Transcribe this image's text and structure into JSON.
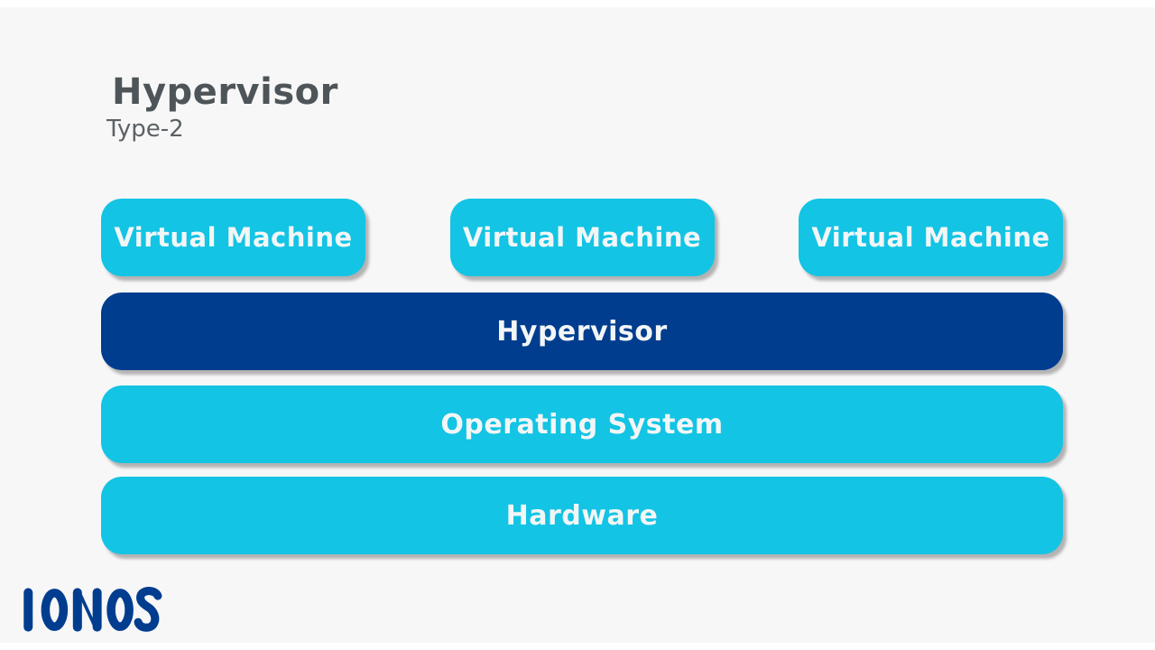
{
  "header": {
    "title": "Hypervisor",
    "subtitle": "Type-2"
  },
  "diagram": {
    "vm_row": [
      {
        "label": "Virtual Machine"
      },
      {
        "label": "Virtual Machine"
      },
      {
        "label": "Virtual Machine"
      }
    ],
    "layers": [
      {
        "id": "hypervisor",
        "label": "Hypervisor"
      },
      {
        "id": "operating-system",
        "label": "Operating System"
      },
      {
        "id": "hardware",
        "label": "Hardware"
      }
    ]
  },
  "branding": {
    "logo_text": "IONOS"
  },
  "colors": {
    "background": "#f7f7f7",
    "frame": "#ffffff",
    "cyan_box": "#13c4e4",
    "navy_box": "#003d8f",
    "box_text": "#f2f6f6",
    "title_text": "#4e5559",
    "subtitle_text": "#5c6265",
    "logo_blue": "#003d8f"
  }
}
